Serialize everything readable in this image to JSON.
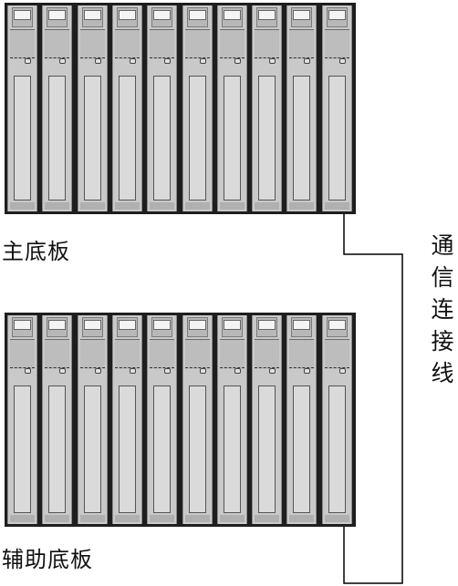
{
  "main_baseplate": {
    "label": "主底板",
    "module_count": 10
  },
  "aux_baseplate": {
    "label": "辅助底板",
    "module_count": 10
  },
  "cable": {
    "label": "通信连接线"
  },
  "colors": {
    "rack_frame": "#1e1e1e",
    "module_body": "#c9c9c9",
    "cable_line": "#000000"
  }
}
